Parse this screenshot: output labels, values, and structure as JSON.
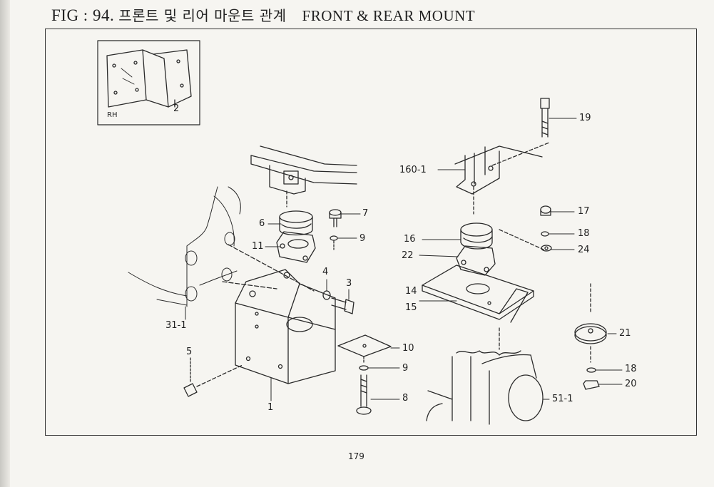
{
  "header": {
    "fig_label": "FIG : 94.",
    "title_korean": "프론트 및 리어 마운트 관계",
    "title_english": "FRONT & REAR MOUNT"
  },
  "inset": {
    "side_label": "RH",
    "part": "2"
  },
  "parts": {
    "p1": "1",
    "p3": "3",
    "p4": "4",
    "p5": "5",
    "p6": "6",
    "p7": "7",
    "p8": "8",
    "p9a": "9",
    "p9b": "9",
    "p10": "10",
    "p11": "11",
    "p14": "14",
    "p15": "15",
    "p16": "16",
    "p17": "17",
    "p18a": "18",
    "p18b": "18",
    "p19": "19",
    "p20": "20",
    "p21": "21",
    "p22": "22",
    "p24": "24",
    "p31_1": "31-1",
    "p51_1": "51-1",
    "p160_1": "160-1"
  },
  "footer": {
    "page_number": "179"
  }
}
